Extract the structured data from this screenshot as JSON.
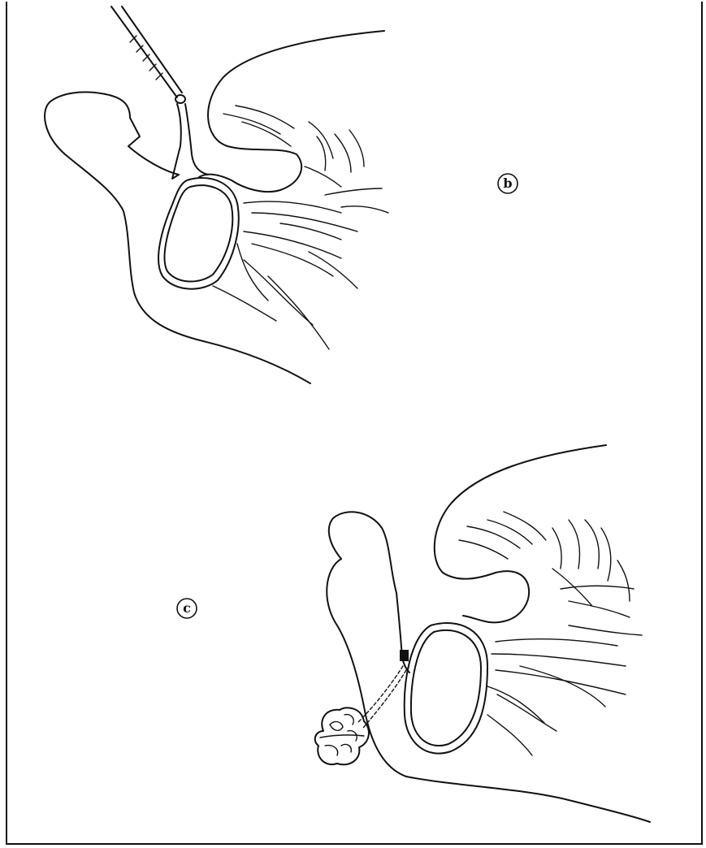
{
  "panels": [
    {
      "id": "b",
      "label": "b"
    },
    {
      "id": "c",
      "label": "c"
    }
  ]
}
